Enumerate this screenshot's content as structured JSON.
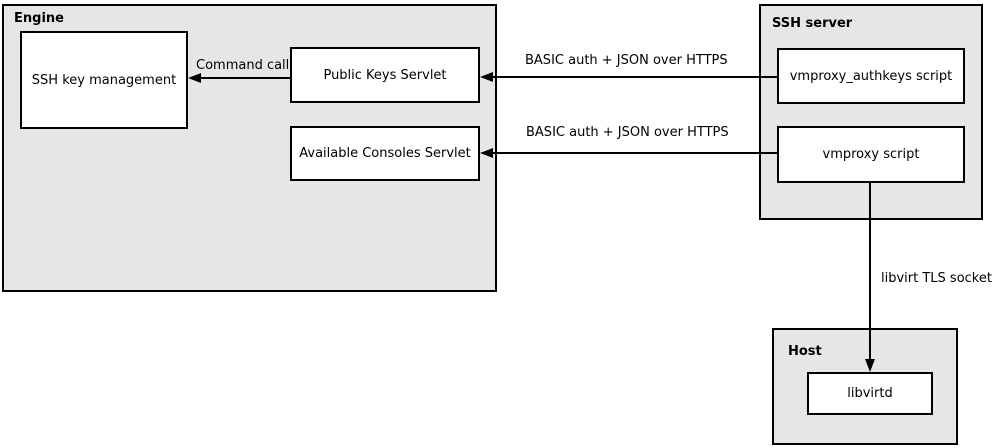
{
  "diagram": {
    "colors": {
      "background": "#ffffff",
      "group_fill": "#e6e6e6",
      "node_fill": "#ffffff",
      "line": "#000000"
    },
    "groups": [
      {
        "id": "engine",
        "title": "Engine"
      },
      {
        "id": "ssh-server",
        "title": "SSH server"
      },
      {
        "id": "host",
        "title": "Host"
      }
    ],
    "nodes": [
      {
        "id": "ssh-key-management",
        "group": "engine",
        "label": "SSH key management"
      },
      {
        "id": "public-keys-servlet",
        "group": "engine",
        "label": "Public Keys Servlet"
      },
      {
        "id": "available-consoles-servlet",
        "group": "engine",
        "label": "Available Consoles Servlet"
      },
      {
        "id": "vmproxy-authkeys-script",
        "group": "ssh-server",
        "label": "vmproxy_authkeys script"
      },
      {
        "id": "vmproxy-script",
        "group": "ssh-server",
        "label": "vmproxy script"
      },
      {
        "id": "libvirtd",
        "group": "host",
        "label": "libvirtd"
      }
    ],
    "edges": [
      {
        "from": "public-keys-servlet",
        "to": "ssh-key-management",
        "direction": "left",
        "label": "Command call"
      },
      {
        "from": "vmproxy-authkeys-script",
        "to": "public-keys-servlet",
        "direction": "left",
        "label": "BASIC auth + JSON over HTTPS"
      },
      {
        "from": "vmproxy-script",
        "to": "available-consoles-servlet",
        "direction": "left",
        "label": "BASIC auth + JSON over HTTPS"
      },
      {
        "from": "vmproxy-script",
        "to": "libvirtd",
        "direction": "down",
        "label": "libvirt TLS socket"
      }
    ]
  }
}
